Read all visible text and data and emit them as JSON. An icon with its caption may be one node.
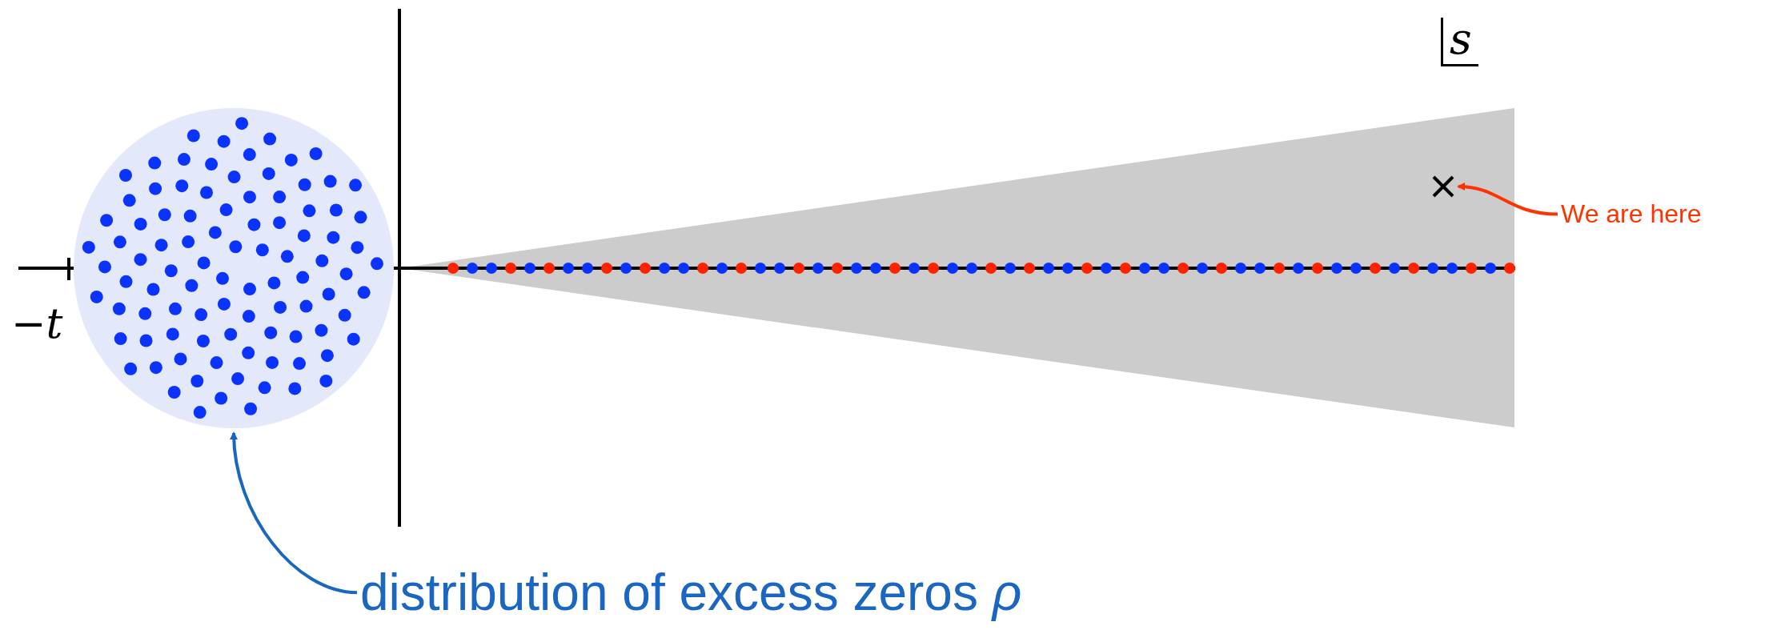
{
  "diagram": {
    "nodes": [
      {
        "text": [],
        "shape": "cross"
      },
      {
        "text": [
          "We are here"
        ]
      },
      {
        "text": [],
        "shape": "circle"
      },
      {
        "text": [
          "distribution of excess zeros *ρ*"
        ]
      }
    ],
    "edges": [
      {
        "from": 1,
        "to": 0,
        "arrow": "to",
        "color": "#ff3300"
      },
      {
        "from": 3,
        "to": 2,
        "arrow": "to",
        "color": "#1a66c0"
      }
    ],
    "labels": [
      "s",
      "−t"
    ]
  }
}
